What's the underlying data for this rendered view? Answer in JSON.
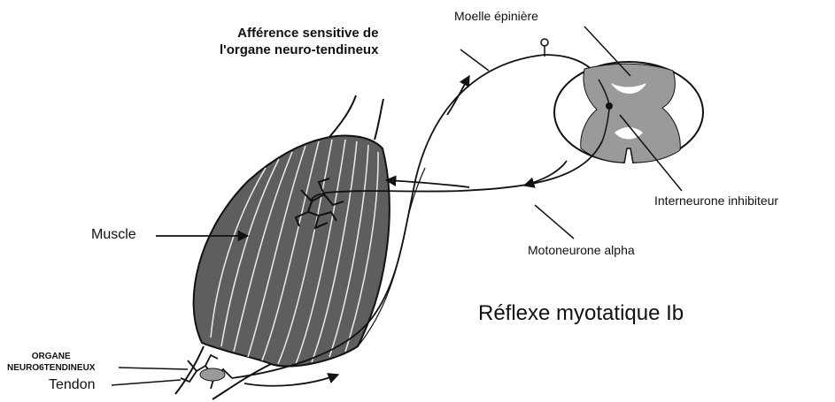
{
  "labels": {
    "afferent_line1": "Afférence sensitive de",
    "afferent_line2": "l'organe neuro-tendineux",
    "spinal_cord": "Moelle épinière",
    "interneuron": "Interneurone inhibiteur",
    "motoneuron": "Motoneurone alpha",
    "title": "Réflexe myotatique Ib",
    "muscle": "Muscle",
    "organ_line1": "ORGANE",
    "organ_line2": "NEURO6TENDINEUX",
    "tendon": "Tendon"
  },
  "colors": {
    "ink": "#111111",
    "muscle_fill": "#5e5e5e",
    "grey_matter": "#9a9a9a",
    "background": "#ffffff"
  }
}
